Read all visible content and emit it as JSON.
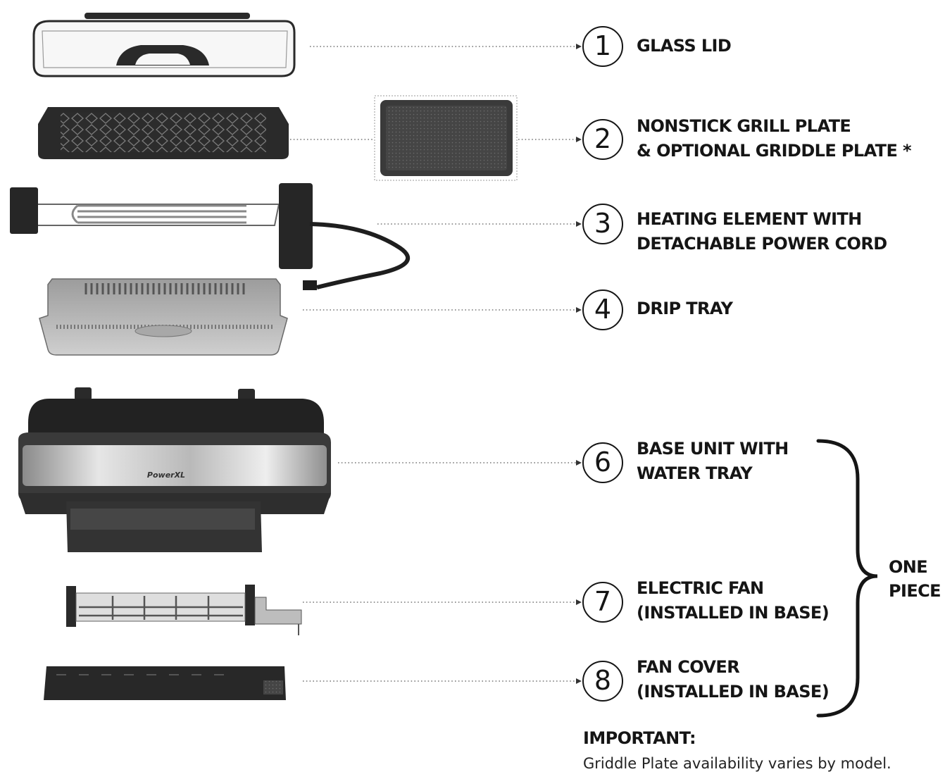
{
  "parts": [
    {
      "number": "1",
      "lines": [
        "GLASS LID"
      ]
    },
    {
      "number": "2",
      "lines": [
        "NONSTICK GRILL PLATE",
        "& OPTIONAL GRIDDLE PLATE *"
      ]
    },
    {
      "number": "3",
      "lines": [
        "HEATING ELEMENT WITH",
        "DETACHABLE POWER CORD"
      ]
    },
    {
      "number": "4",
      "lines": [
        "DRIP TRAY"
      ]
    },
    {
      "number": "6",
      "lines": [
        "BASE UNIT WITH",
        "WATER TRAY"
      ]
    },
    {
      "number": "7",
      "lines": [
        "ELECTRIC FAN",
        "(INSTALLED IN BASE)"
      ]
    },
    {
      "number": "8",
      "lines": [
        "FAN COVER",
        "(INSTALLED IN BASE)"
      ]
    }
  ],
  "group": {
    "lines": [
      "ONE",
      "PIECE"
    ]
  },
  "brand": {
    "logo_text": "PowerXL"
  },
  "note": {
    "title": "IMPORTANT:",
    "text": "Griddle Plate availability varies by model."
  },
  "colors": {
    "ink": "#151515",
    "metal": "#bdbdbd",
    "dark_part": "#2e2e2e",
    "leader": "#777777"
  }
}
